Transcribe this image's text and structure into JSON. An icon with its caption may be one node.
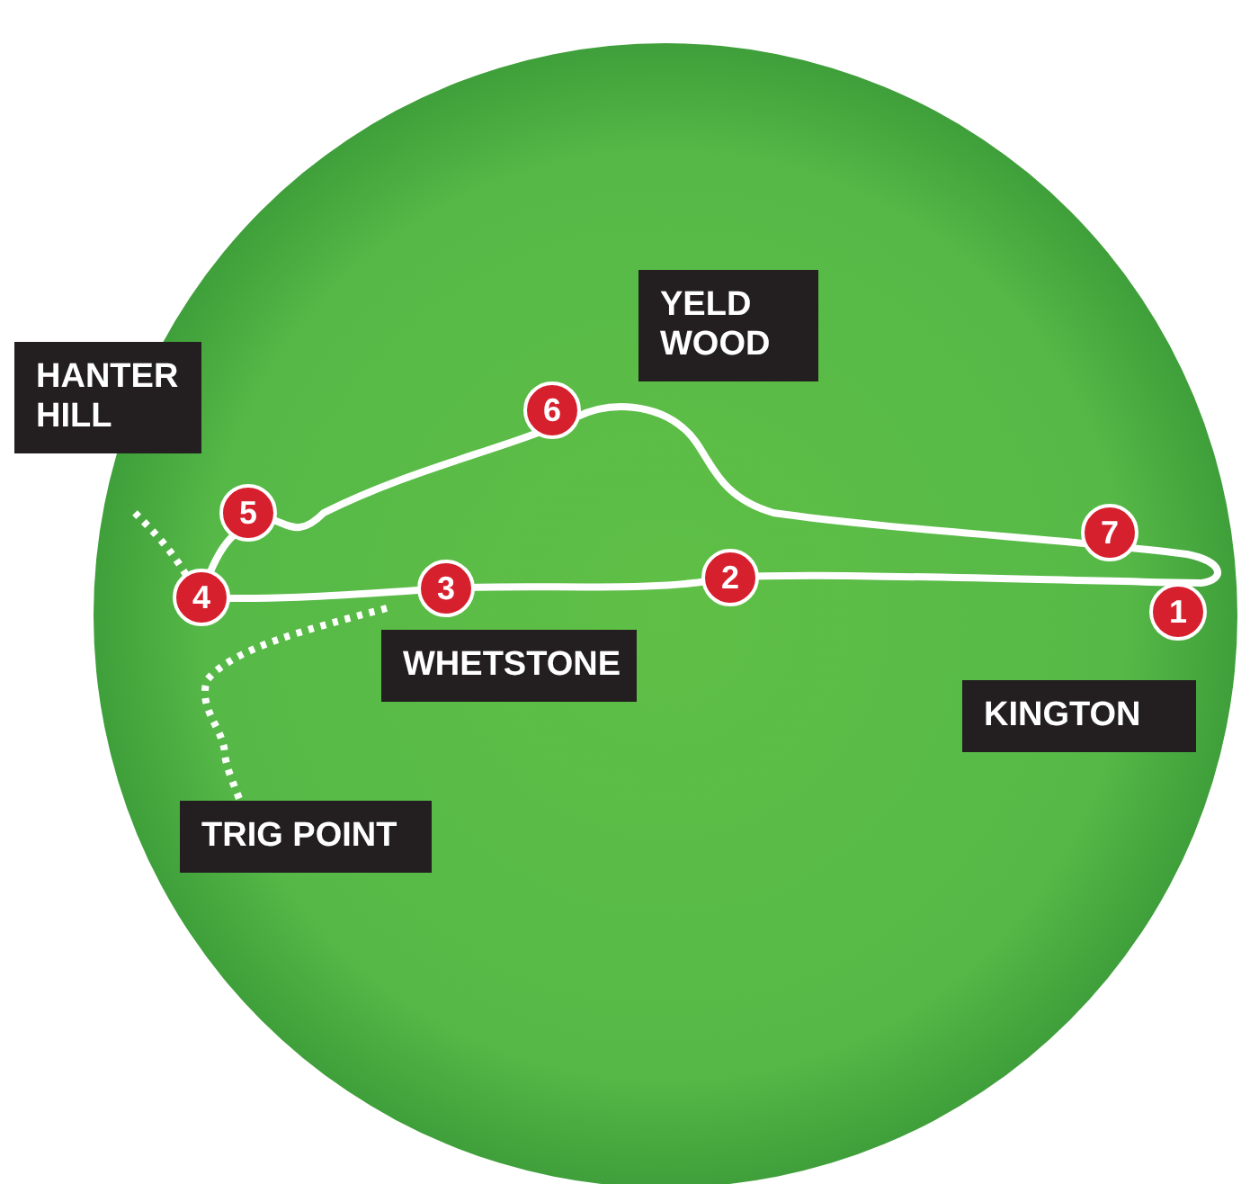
{
  "diagram": {
    "labels": [
      "YELD WOOD",
      "HANTER HILL",
      "6",
      "5",
      "7",
      "4",
      "3",
      "2",
      "1",
      "WHETSTONE",
      "KINGTON",
      "TRIG POINT"
    ]
  }
}
